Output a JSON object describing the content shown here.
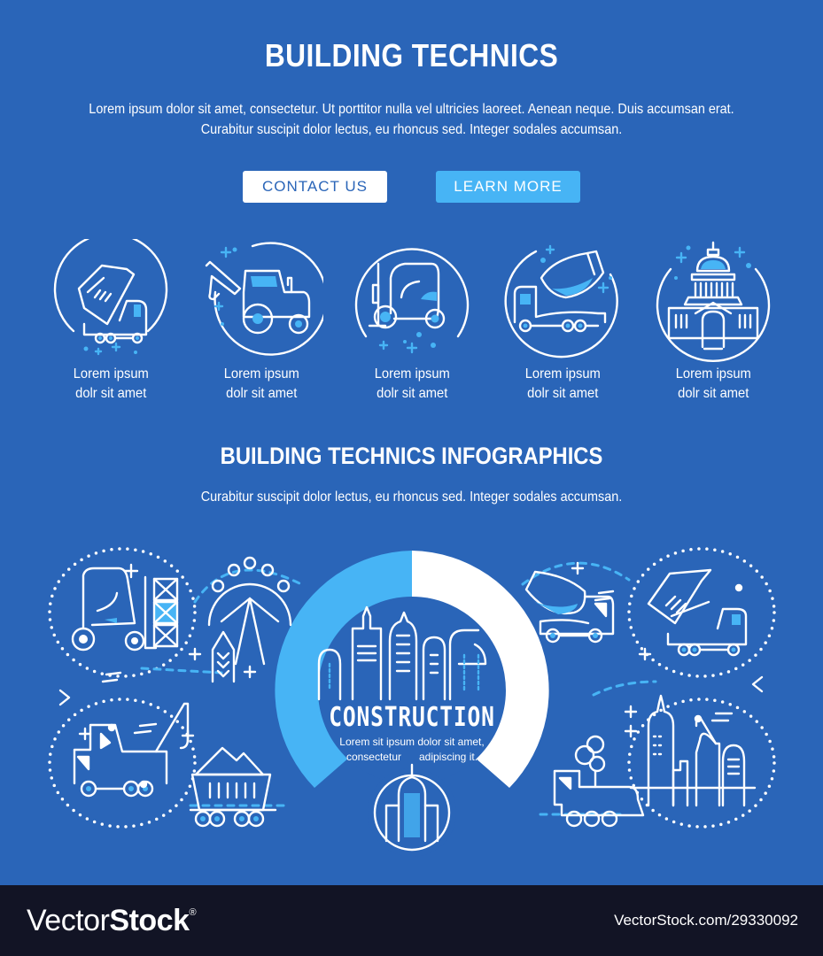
{
  "colors": {
    "background": "#2a65b8",
    "accent": "#47b4f5",
    "white": "#ffffff",
    "footer": "#121425"
  },
  "header": {
    "title": "BUILDING TECHNICS",
    "lead_line1": "Lorem ipsum dolor sit amet, consectetur. Ut porttitor nulla vel ultricies laoreet. Aenean neque. Duis accumsan erat.",
    "lead_line2": "Curabitur suscipit dolor lectus, eu rhoncus sed. Integer sodales accumsan."
  },
  "buttons": {
    "contact": "CONTACT US",
    "learn": "LEARN MORE"
  },
  "features": [
    {
      "icon": "dump-truck-icon",
      "line1": "Lorem ipsum",
      "line2": "dolr sit amet"
    },
    {
      "icon": "backhoe-tractor-icon",
      "line1": "Lorem ipsum",
      "line2": "dolr sit amet"
    },
    {
      "icon": "forklift-icon",
      "line1": "Lorem ipsum",
      "line2": "dolr sit amet"
    },
    {
      "icon": "concrete-mixer-icon",
      "line1": "Lorem ipsum",
      "line2": "dolr sit amet"
    },
    {
      "icon": "capitol-building-icon",
      "line1": "Lorem ipsum",
      "line2": "dolr sit amet"
    }
  ],
  "infographics": {
    "title": "BUILDING TECHNICS INFOGRAPHICS",
    "lead": "Curabitur suscipit dolor lectus, eu rhoncus sed. Integer sodales accumsan.",
    "center_word": "CONSTRUCTION",
    "center_text_line1": "Lorem sit ipsum dolor sit amet,",
    "center_text_line2": "consectetur      adipiscing it.",
    "ring": {
      "left_half_color": "#47b4f5",
      "right_half_color": "#ffffff"
    },
    "icons": [
      "forklift-boxes-icon",
      "ferris-wheel-icon",
      "crane-truck-icon",
      "ore-cart-icon",
      "concrete-mixer-icon",
      "dump-truck-icon",
      "steam-train-icon",
      "city-crane-icon",
      "skyline-icon",
      "skyscraper-icon"
    ]
  },
  "footer": {
    "brand_thin": "Vector",
    "brand_bold": "Stock",
    "brand_mark": "®",
    "reference": "VectorStock.com/29330092"
  }
}
